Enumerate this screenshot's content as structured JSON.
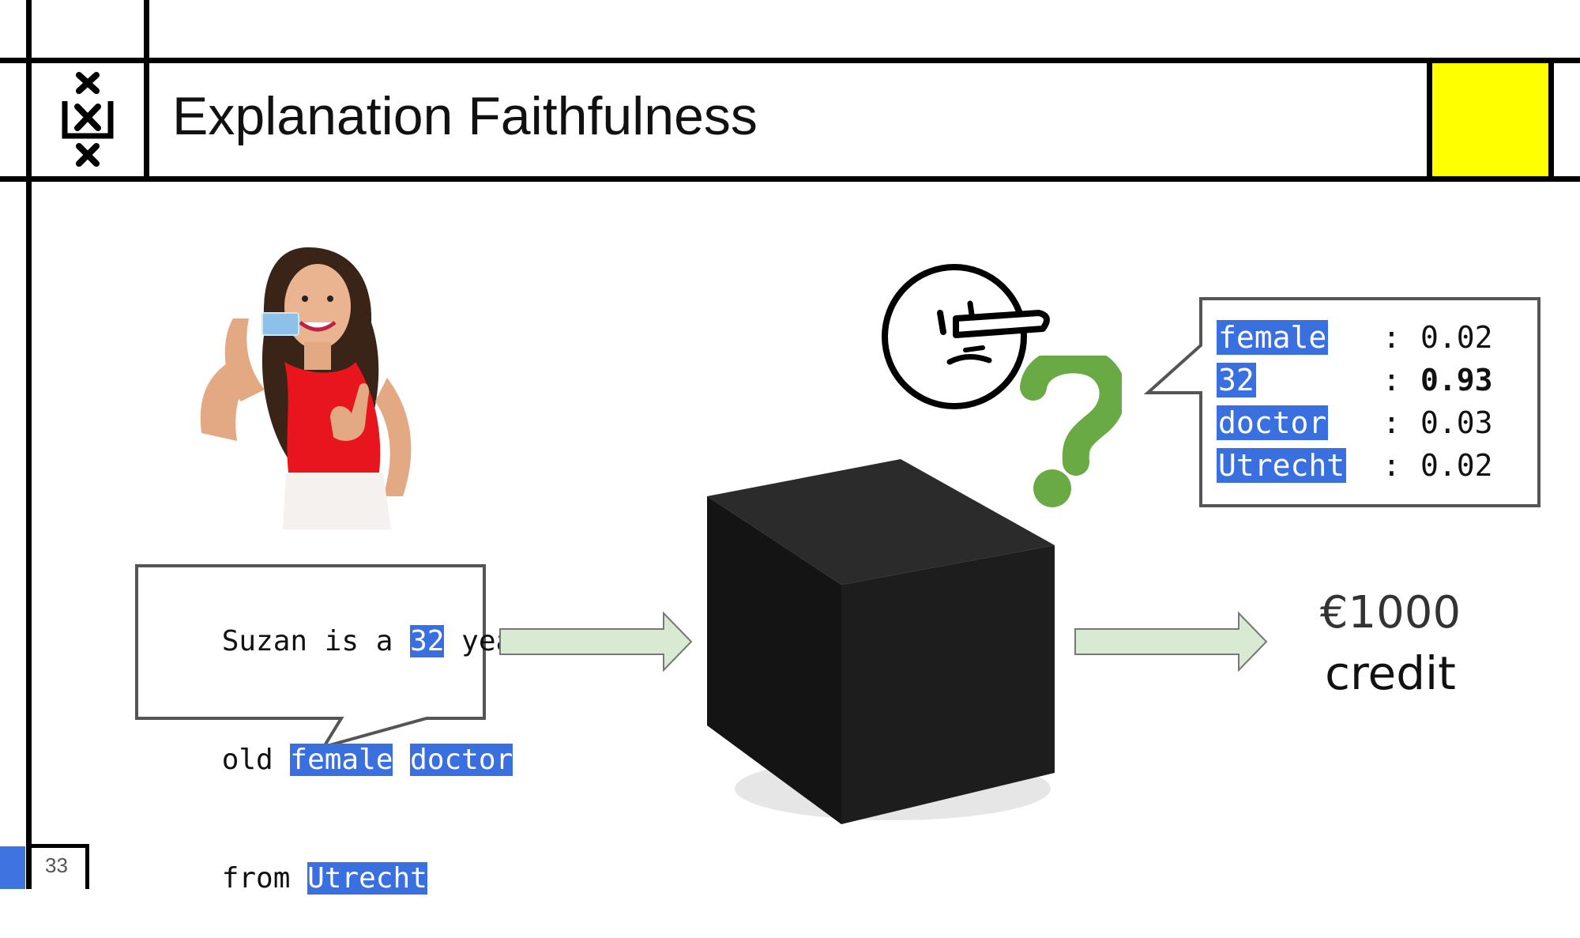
{
  "slide": {
    "title": "Explanation Faithfulness",
    "page_number": "33",
    "accent_color": "#ffff00"
  },
  "logo": {
    "icon": "uva-crossed-logo-icon"
  },
  "input_bubble": {
    "lines": [
      [
        {
          "text": "Suzan is a ",
          "hl": false
        },
        {
          "text": "32",
          "hl": true
        },
        {
          "text": " year",
          "hl": false
        }
      ],
      [
        {
          "text": "old ",
          "hl": false
        },
        {
          "text": "female",
          "hl": true
        },
        {
          "text": " ",
          "hl": false
        },
        {
          "text": "doctor",
          "hl": true
        }
      ],
      [
        {
          "text": "from ",
          "hl": false
        },
        {
          "text": "Utrecht",
          "hl": true
        }
      ]
    ]
  },
  "attributions": [
    {
      "feature": "female",
      "value": "0.02",
      "emphasis": false
    },
    {
      "feature": "32",
      "value": "0.93",
      "emphasis": true
    },
    {
      "feature": "doctor",
      "value": "0.03",
      "emphasis": false
    },
    {
      "feature": "Utrecht",
      "value": "0.02",
      "emphasis": false
    }
  ],
  "attribution_separator": ":",
  "output": {
    "amount": "€1000",
    "label": "credit"
  },
  "icons": {
    "person": "woman-holding-card-icon",
    "model": "black-box-cube-icon",
    "lying_face": "lying-face-icon",
    "question": "question-mark-icon",
    "arrow": "right-arrow-icon"
  },
  "colors": {
    "highlight": "#3a6fe0",
    "arrow_fill": "#d9ead3",
    "question": "#6aaa45"
  }
}
